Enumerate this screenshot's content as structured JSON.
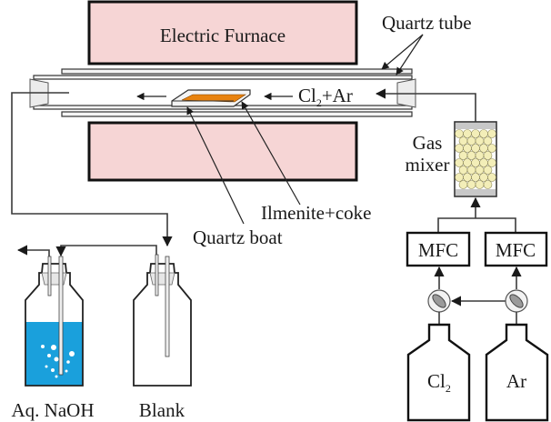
{
  "labels": {
    "furnace": "Electric Furnace",
    "quartz_tube": "Quartz tube",
    "gas_inlet_main": "Cl",
    "gas_inlet_sub": "2",
    "gas_inlet_rest": "+Ar",
    "gas_mixer_line1": "Gas",
    "gas_mixer_line2": "mixer",
    "sample": "Ilmenite+coke",
    "boat": "Quartz boat",
    "mfc_left": "MFC",
    "mfc_right": "MFC",
    "cyl_cl_main": "Cl",
    "cyl_cl_sub": "2",
    "cyl_ar": "Ar",
    "bottle_naoh": "Aq. NaOH",
    "bottle_blank": "Blank"
  },
  "colors": {
    "furnace_fill": "#f6d5d5",
    "sample_fill": "#e8820e",
    "solution_fill": "#1aa0dc",
    "mixer_beads": "#f3eeb8",
    "stopper_fill": "#ececec",
    "mixer_cap": "#c8c8c8"
  }
}
